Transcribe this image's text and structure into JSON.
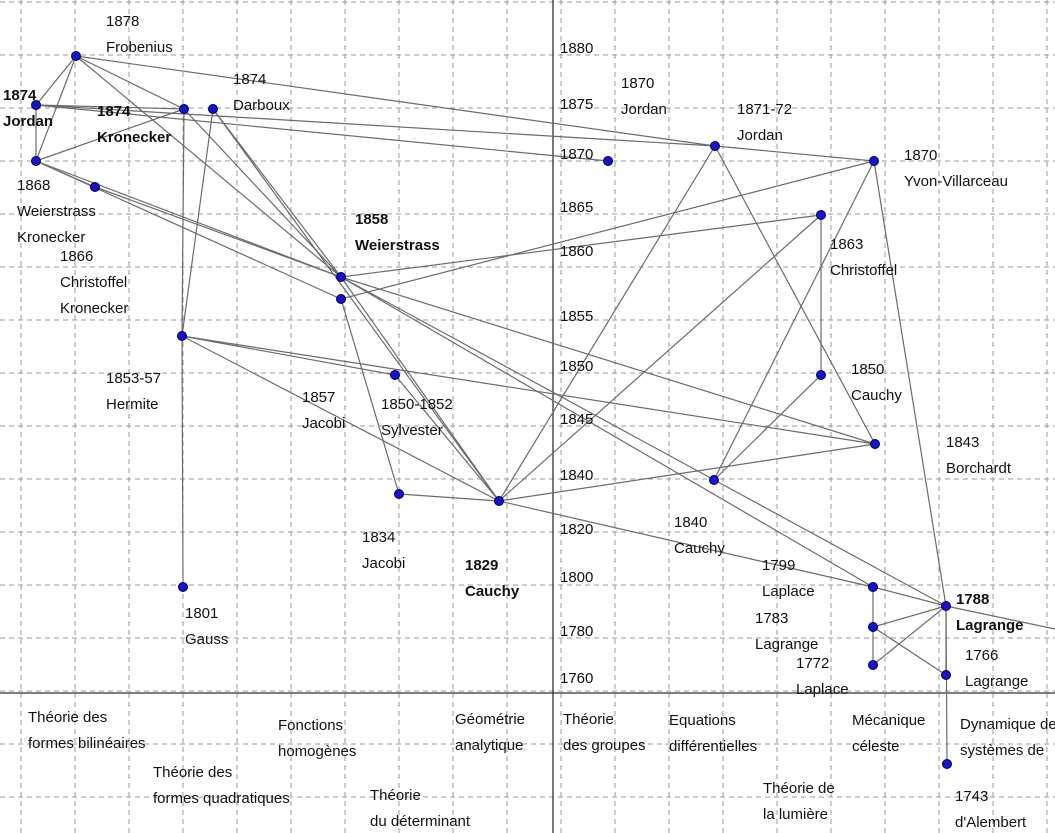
{
  "colors": {
    "grid": "#9a9a9a",
    "axis": "#333333",
    "edge": "#6b6b6b",
    "node_fill": "#1414cc",
    "node_stroke": "#00004d",
    "text": "#111111"
  },
  "time_scale": [
    "1880",
    "1875",
    "1870",
    "1865",
    "1860",
    "1855",
    "1850",
    "1845",
    "1840",
    "1820",
    "1800",
    "1780",
    "1760"
  ],
  "nodes": [
    {
      "id": "frobenius1878",
      "lines": [
        "1878",
        "Frobenius"
      ],
      "bold": false
    },
    {
      "id": "jordan1874",
      "lines": [
        "1874",
        "Jordan"
      ],
      "bold": true
    },
    {
      "id": "kronecker1874",
      "lines": [
        "1874",
        "Kronecker"
      ],
      "bold": true
    },
    {
      "id": "darboux1874",
      "lines": [
        "1874",
        "Darboux"
      ],
      "bold": false
    },
    {
      "id": "weierstrass_kronecker1868",
      "lines": [
        "1868",
        "Weierstrass",
        "Kronecker"
      ],
      "bold": false
    },
    {
      "id": "christoffel_kronecker1866",
      "lines": [
        "1866",
        "Christoffel",
        "Kronecker"
      ],
      "bold": false
    },
    {
      "id": "weierstrass1858",
      "lines": [
        "1858",
        "Weierstrass"
      ],
      "bold": true
    },
    {
      "id": "jacobi1857",
      "lines": [
        "1857",
        "Jacobi"
      ],
      "bold": false
    },
    {
      "id": "hermite1853",
      "lines": [
        "1853-57",
        "Hermite"
      ],
      "bold": false
    },
    {
      "id": "sylvester1850",
      "lines": [
        "1850-1852",
        "Sylvester"
      ],
      "bold": false
    },
    {
      "id": "jacobi1834",
      "lines": [
        "1834",
        "Jacobi"
      ],
      "bold": false
    },
    {
      "id": "cauchy1829",
      "lines": [
        "1829",
        "Cauchy"
      ],
      "bold": true
    },
    {
      "id": "gauss1801",
      "lines": [
        "1801",
        "Gauss"
      ],
      "bold": false
    },
    {
      "id": "jordan1870a",
      "lines": [
        "1870",
        "Jordan"
      ],
      "bold": false
    },
    {
      "id": "jordan1871",
      "lines": [
        "1871-72",
        "Jordan"
      ],
      "bold": false
    },
    {
      "id": "yvon1870",
      "lines": [
        "1870",
        "Yvon-Villarceau"
      ],
      "bold": false
    },
    {
      "id": "christoffel1863",
      "lines": [
        "1863",
        "Christoffel"
      ],
      "bold": false
    },
    {
      "id": "cauchy1850",
      "lines": [
        "1850",
        "Cauchy"
      ],
      "bold": false
    },
    {
      "id": "borchardt1843",
      "lines": [
        "1843",
        "Borchardt"
      ],
      "bold": false
    },
    {
      "id": "cauchy1840",
      "lines": [
        "1840",
        "Cauchy"
      ],
      "bold": false
    },
    {
      "id": "laplace1799",
      "lines": [
        "1799",
        "Laplace"
      ],
      "bold": false
    },
    {
      "id": "lagrange1783",
      "lines": [
        "1783",
        "Lagrange"
      ],
      "bold": false
    },
    {
      "id": "laplace1772",
      "lines": [
        "1772",
        "Laplace"
      ],
      "bold": false
    },
    {
      "id": "lagrange1788",
      "lines": [
        "1788",
        "Lagrange"
      ],
      "bold": true
    },
    {
      "id": "lagrange1766",
      "lines": [
        "1766",
        "Lagrange"
      ],
      "bold": false
    },
    {
      "id": "alembert1743",
      "lines": [
        "1743",
        "d'Alembert"
      ],
      "bold": false
    }
  ],
  "edges": [
    [
      "frobenius1878",
      "jordan1874"
    ],
    [
      "frobenius1878",
      "weierstrass_kronecker1868"
    ],
    [
      "frobenius1878",
      "kronecker1874"
    ],
    [
      "frobenius1878",
      "jordan1871"
    ],
    [
      "frobenius1878",
      "weierstrass1858"
    ],
    [
      "jordan1874",
      "weierstrass_kronecker1868"
    ],
    [
      "jordan1874",
      "kronecker1874"
    ],
    [
      "jordan1874",
      "jordan1870a"
    ],
    [
      "jordan1874",
      "jordan1871"
    ],
    [
      "kronecker1874",
      "hermite1853"
    ],
    [
      "kronecker1874",
      "weierstrass1858"
    ],
    [
      "weierstrass_kronecker1868",
      "kronecker1874"
    ],
    [
      "weierstrass_kronecker1868",
      "weierstrass1858"
    ],
    [
      "weierstrass_kronecker1868",
      "jacobi1857"
    ],
    [
      "weierstrass_kronecker1868",
      "christoffel_kronecker1866"
    ],
    [
      "christoffel_kronecker1866",
      "weierstrass1858"
    ],
    [
      "darboux1874",
      "hermite1853"
    ],
    [
      "darboux1874",
      "cauchy1829"
    ],
    [
      "darboux1874",
      "weierstrass1858"
    ],
    [
      "hermite1853",
      "gauss1801"
    ],
    [
      "hermite1853",
      "sylvester1850"
    ],
    [
      "hermite1853",
      "borchardt1843"
    ],
    [
      "hermite1853",
      "cauchy1829"
    ],
    [
      "weierstrass1858",
      "christoffel1863"
    ],
    [
      "weierstrass1858",
      "cauchy1829"
    ],
    [
      "weierstrass1858",
      "lagrange1788"
    ],
    [
      "weierstrass1858",
      "laplace1799"
    ],
    [
      "weierstrass1858",
      "borchardt1843"
    ],
    [
      "jacobi1857",
      "jacobi1834"
    ],
    [
      "jacobi1857",
      "yvon1870"
    ],
    [
      "sylvester1850",
      "cauchy1829"
    ],
    [
      "jacobi1834",
      "cauchy1829"
    ],
    [
      "cauchy1829",
      "jordan1871"
    ],
    [
      "cauchy1829",
      "christoffel1863"
    ],
    [
      "cauchy1829",
      "borchardt1843"
    ],
    [
      "cauchy1829",
      "laplace1799"
    ],
    [
      "jordan1871",
      "yvon1870"
    ],
    [
      "jordan1871",
      "borchardt1843"
    ],
    [
      "yvon1870",
      "cauchy1840"
    ],
    [
      "yvon1870",
      "lagrange1788"
    ],
    [
      "christoffel1863",
      "cauchy1850"
    ],
    [
      "cauchy1850",
      "cauchy1840"
    ],
    [
      "laplace1799",
      "lagrange1788"
    ],
    [
      "laplace1799",
      "laplace1772"
    ],
    [
      "lagrange1788",
      "lagrange1783"
    ],
    [
      "lagrange1788",
      "laplace1772"
    ],
    [
      "lagrange1788",
      "lagrange1766"
    ],
    [
      "lagrange1783",
      "lagrange1766"
    ],
    [
      "lagrange1788",
      "alembert1743"
    ],
    [
      "lagrange1788",
      "offpage_right"
    ]
  ],
  "fields": [
    {
      "id": "formes-bilineaires",
      "lines": [
        "Théorie des",
        "formes bilinéaires"
      ]
    },
    {
      "id": "formes-quadratiques",
      "lines": [
        "Théorie des",
        "formes quadratiques"
      ]
    },
    {
      "id": "fonctions-homogenes",
      "lines": [
        "Fonctions",
        "homogènes"
      ]
    },
    {
      "id": "determinant",
      "lines": [
        "Théorie",
        "du déterminant"
      ]
    },
    {
      "id": "geometrie-analytique",
      "lines": [
        "Géométrie",
        "analytique"
      ]
    },
    {
      "id": "groupes",
      "lines": [
        "Théorie",
        "des groupes"
      ]
    },
    {
      "id": "equations-differentielles",
      "lines": [
        "Equations",
        "différentielles"
      ]
    },
    {
      "id": "lumiere",
      "lines": [
        "Théorie de",
        "la lumière"
      ]
    },
    {
      "id": "mecanique-celeste",
      "lines": [
        "Mécanique",
        "céleste"
      ]
    },
    {
      "id": "systemes-dynamiques",
      "lines": [
        "Dynamique des",
        "systèmes de"
      ]
    }
  ]
}
